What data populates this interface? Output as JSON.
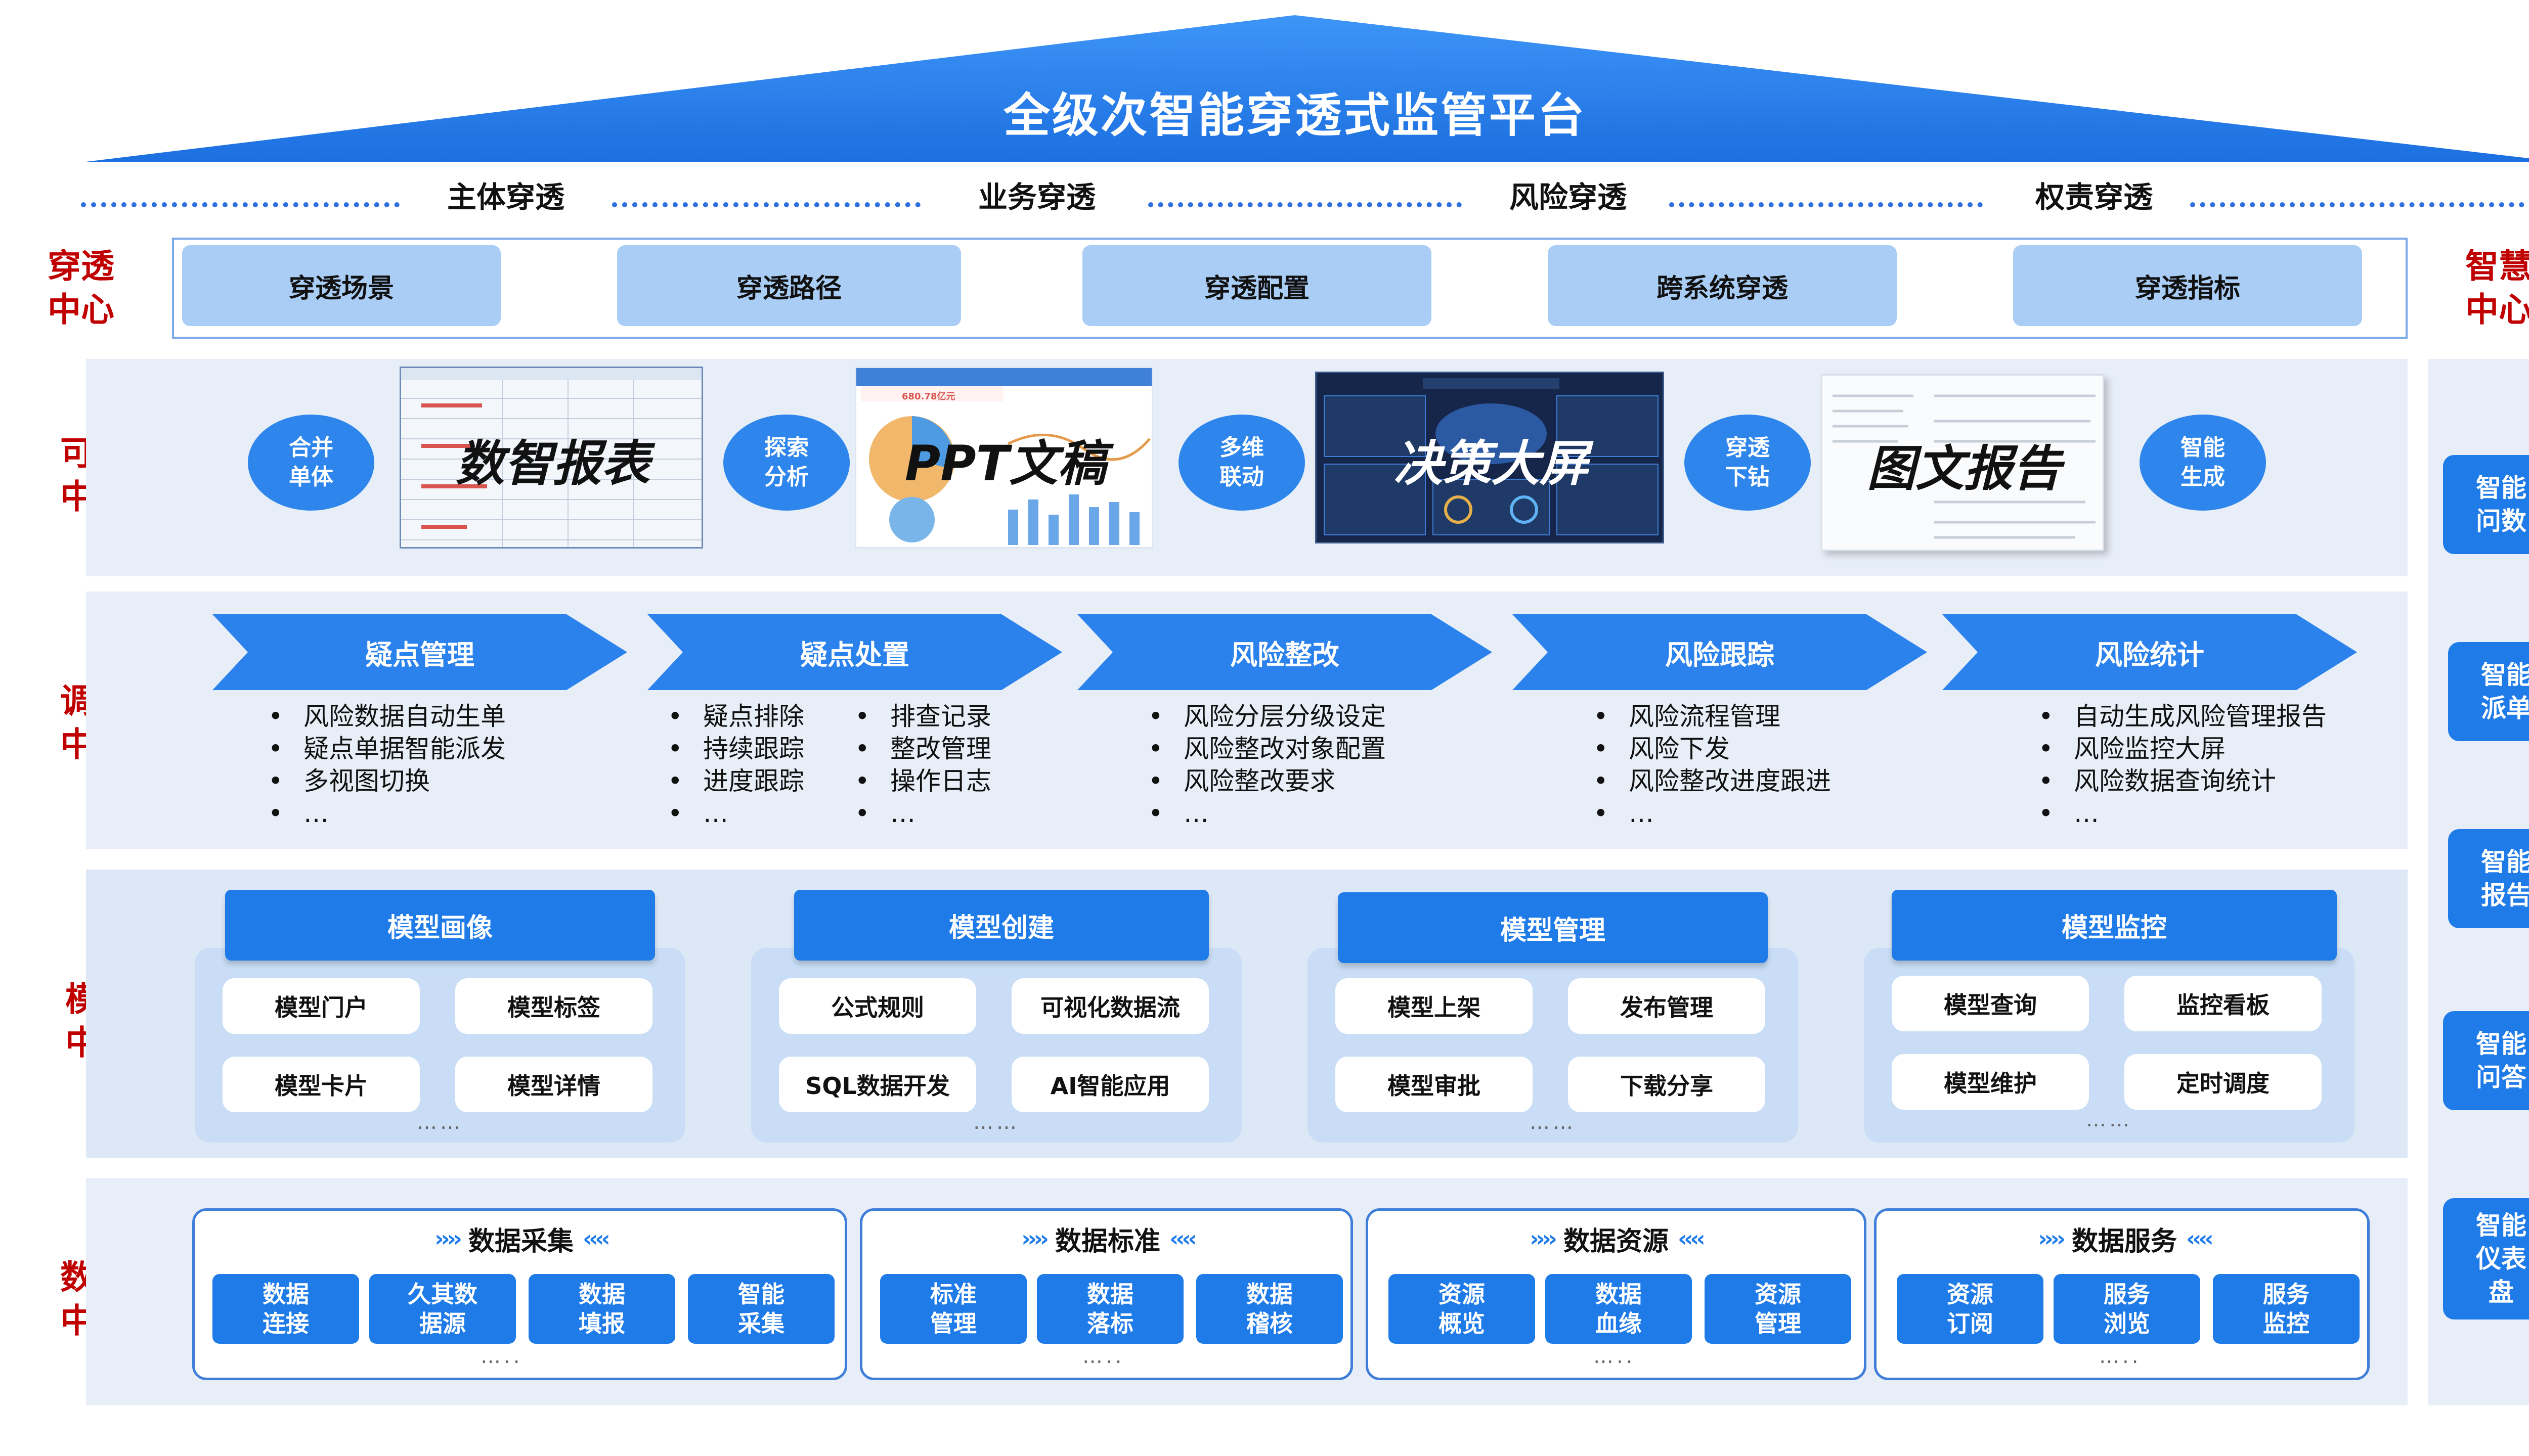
{
  "title": "全级次智能穿透式监管平台",
  "penetration_types": [
    "主体穿透",
    "业务穿透",
    "风险穿透",
    "权责穿透"
  ],
  "centers": {
    "penetration": [
      "穿透",
      "中心"
    ],
    "visual": [
      "可视",
      "中心"
    ],
    "dispatch": [
      "调度",
      "中心"
    ],
    "model": [
      "模型",
      "中心"
    ],
    "data": [
      "数据",
      "中心"
    ],
    "smart": [
      "智慧",
      "中心"
    ]
  },
  "penetration_items": [
    "穿透场景",
    "穿透路径",
    "穿透配置",
    "跨系统穿透",
    "穿透指标"
  ],
  "visual": {
    "circles": [
      [
        "合并",
        "单体"
      ],
      [
        "探索",
        "分析"
      ],
      [
        "多维",
        "联动"
      ],
      [
        "穿透",
        "下钻"
      ],
      [
        "智能",
        "生成"
      ]
    ],
    "products": [
      "数智报表",
      "PPT文稿",
      "决策大屏",
      "图文报告"
    ],
    "ppt_figure": "680.78亿元"
  },
  "dispatch": {
    "stages": [
      "疑点管理",
      "疑点处置",
      "风险整改",
      "风险跟踪",
      "风险统计"
    ],
    "lists": [
      [
        [
          "风险数据自动生单",
          "疑点单据智能派发",
          "多视图切换",
          "…"
        ]
      ],
      [
        [
          "疑点排除",
          "持续跟踪",
          "进度跟踪",
          "…"
        ],
        [
          "排查记录",
          "整改管理",
          "操作日志",
          "…"
        ]
      ],
      [
        [
          "风险分层分级设定",
          "风险整改对象配置",
          "风险整改要求",
          "…"
        ]
      ],
      [
        [
          "风险流程管理",
          "风险下发",
          "风险整改进度跟进",
          "…"
        ]
      ],
      [
        [
          "自动生成风险管理报告",
          "风险监控大屏",
          "风险数据查询统计",
          "…"
        ]
      ]
    ]
  },
  "model": {
    "groups": [
      {
        "title": "模型画像",
        "items": [
          "模型门户",
          "模型标签",
          "模型卡片",
          "模型详情"
        ]
      },
      {
        "title": "模型创建",
        "items": [
          "公式规则",
          "可视化数据流",
          "SQL数据开发",
          "AI智能应用"
        ]
      },
      {
        "title": "模型管理",
        "items": [
          "模型上架",
          "发布管理",
          "模型审批",
          "下载分享"
        ]
      },
      {
        "title": "模型监控",
        "items": [
          "模型查询",
          "监控看板",
          "模型维护",
          "定时调度"
        ]
      }
    ],
    "ellipsis": "……"
  },
  "data": {
    "groups": [
      {
        "title": "数据采集",
        "items": [
          [
            "数据",
            "连接"
          ],
          [
            "久其数",
            "据源"
          ],
          [
            "数据",
            "填报"
          ],
          [
            "智能",
            "采集"
          ]
        ]
      },
      {
        "title": "数据标准",
        "items": [
          [
            "标准",
            "管理"
          ],
          [
            "数据",
            "落标"
          ],
          [
            "数据",
            "稽核"
          ]
        ]
      },
      {
        "title": "数据资源",
        "items": [
          [
            "资源",
            "概览"
          ],
          [
            "数据",
            "血缘"
          ],
          [
            "资源",
            "管理"
          ]
        ]
      },
      {
        "title": "数据服务",
        "items": [
          [
            "资源",
            "订阅"
          ],
          [
            "服务",
            "浏览"
          ],
          [
            "服务",
            "监控"
          ]
        ]
      }
    ],
    "ellipsis": "….."
  },
  "smart": [
    [
      "智能",
      "问数"
    ],
    [
      "智能",
      "派单"
    ],
    [
      "智能",
      "报告"
    ],
    [
      "智能",
      "问答"
    ],
    [
      "智能",
      "仪表",
      "盘"
    ]
  ],
  "colors": {
    "primary": "#1f7be8",
    "light": "#a9cdf5",
    "band": "#e7eef8",
    "label_red": "#c00000",
    "roof": "#2f86f0"
  }
}
